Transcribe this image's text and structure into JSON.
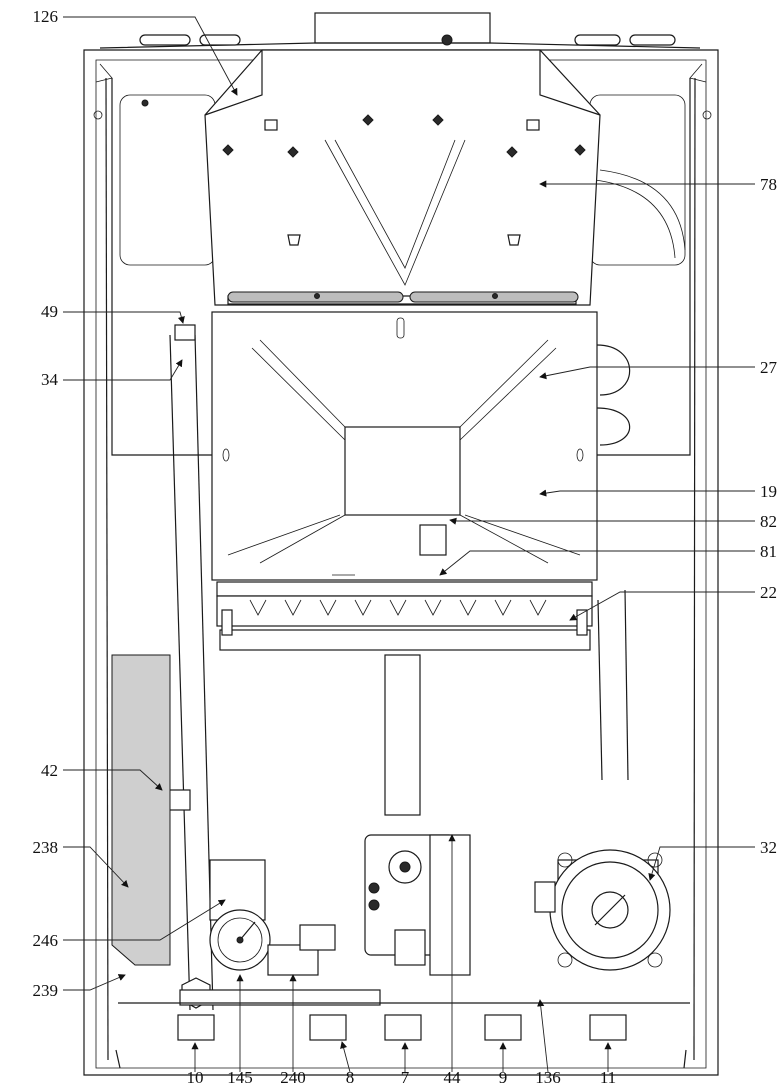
{
  "diagram": {
    "callouts_left": [
      {
        "id": "c126",
        "label": "126"
      },
      {
        "id": "c49",
        "label": "49"
      },
      {
        "id": "c34",
        "label": "34"
      },
      {
        "id": "c42",
        "label": "42"
      },
      {
        "id": "c238",
        "label": "238"
      },
      {
        "id": "c246",
        "label": "246"
      },
      {
        "id": "c239",
        "label": "239"
      }
    ],
    "callouts_right": [
      {
        "id": "c78",
        "label": "78"
      },
      {
        "id": "c27",
        "label": "27"
      },
      {
        "id": "c19",
        "label": "19"
      },
      {
        "id": "c82",
        "label": "82"
      },
      {
        "id": "c81",
        "label": "81"
      },
      {
        "id": "c22",
        "label": "22"
      },
      {
        "id": "c32",
        "label": "32"
      }
    ],
    "callouts_bottom": [
      {
        "id": "c10",
        "label": "10"
      },
      {
        "id": "c145",
        "label": "145"
      },
      {
        "id": "c240",
        "label": "240"
      },
      {
        "id": "c8",
        "label": "8"
      },
      {
        "id": "c7",
        "label": "7"
      },
      {
        "id": "c44",
        "label": "44"
      },
      {
        "id": "c9",
        "label": "9"
      },
      {
        "id": "c136",
        "label": "136"
      },
      {
        "id": "c11",
        "label": "11"
      }
    ]
  }
}
